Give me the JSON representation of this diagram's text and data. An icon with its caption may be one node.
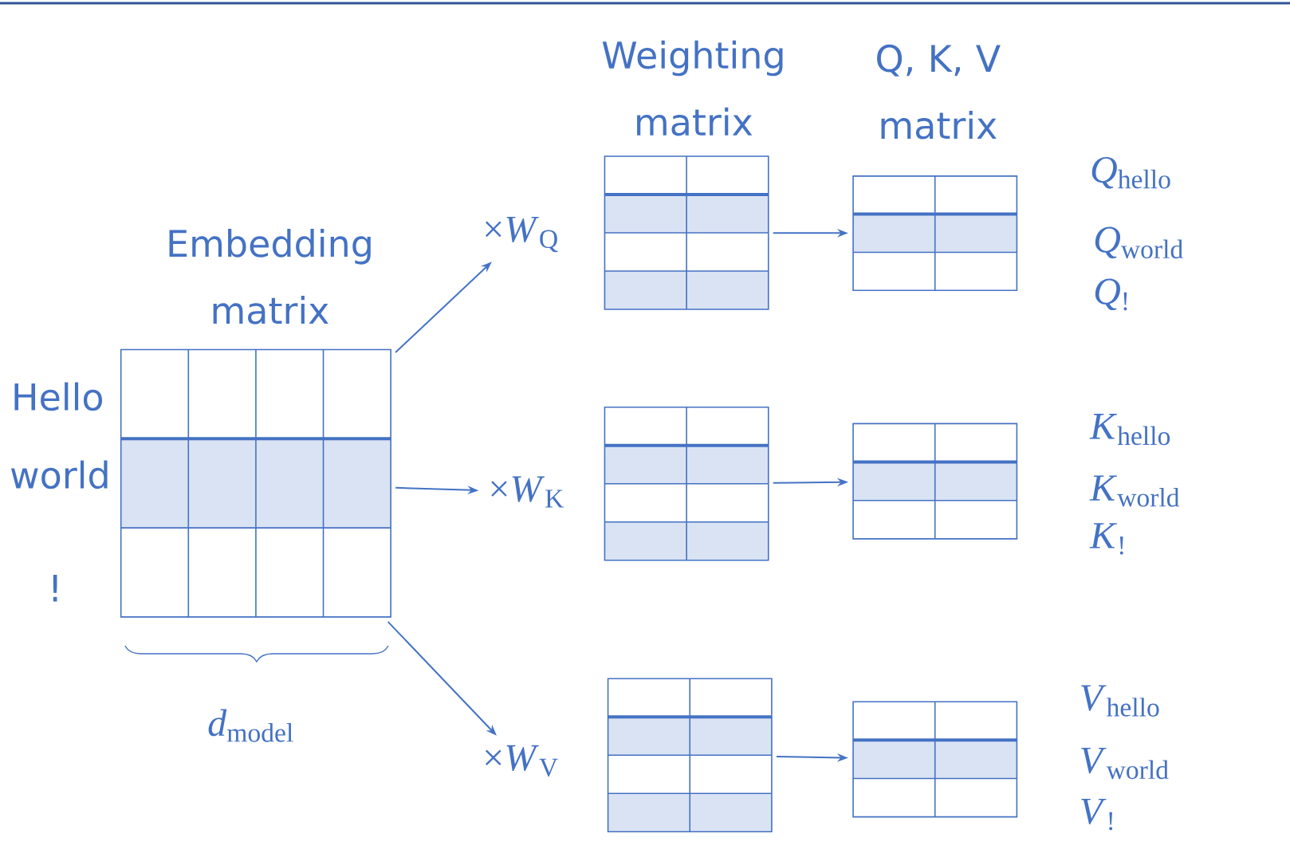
{
  "diagram": {
    "nodes": [
      {
        "text": [
          "Embedding matrix"
        ]
      },
      {
        "text": [
          "×*W*$_{Q}$"
        ]
      },
      {
        "text": [
          "×*W*$_{K}$"
        ]
      },
      {
        "text": [
          "×*W*$_{V}$"
        ]
      },
      {
        "text": [
          "Weighting matrix"
        ]
      },
      {
        "text": [
          "Q, K, V matrix"
        ]
      },
      {
        "text": [],
        "shape": "box"
      },
      {
        "text": [],
        "shape": "box"
      },
      {
        "text": [],
        "shape": "box"
      },
      {
        "text": [],
        "shape": "box"
      }
    ],
    "edges": [
      {
        "from": 0,
        "to": 1,
        "arrow": "to"
      },
      {
        "from": 0,
        "to": 2,
        "arrow": "to"
      },
      {
        "from": 0,
        "to": 3,
        "arrow": "to"
      },
      {
        "from": 4,
        "to": 5,
        "arrow": "to"
      },
      {
        "from": 6,
        "to": 7,
        "arrow": "to"
      },
      {
        "from": 8,
        "to": 9,
        "arrow": "to"
      }
    ],
    "labels": [
      "Hello",
      "world",
      "!",
      "*d*$_{model}$",
      "*Q*$_{hello}$",
      "*Q*$_{world}$",
      "*Q*$_{!}$",
      "*K*$_{hello}$",
      "*K*$_{world}$",
      "*K*$_{!}$",
      "*V*$_{hello}$",
      "*V*$_{world}$",
      "*V*$_{!}$"
    ]
  }
}
